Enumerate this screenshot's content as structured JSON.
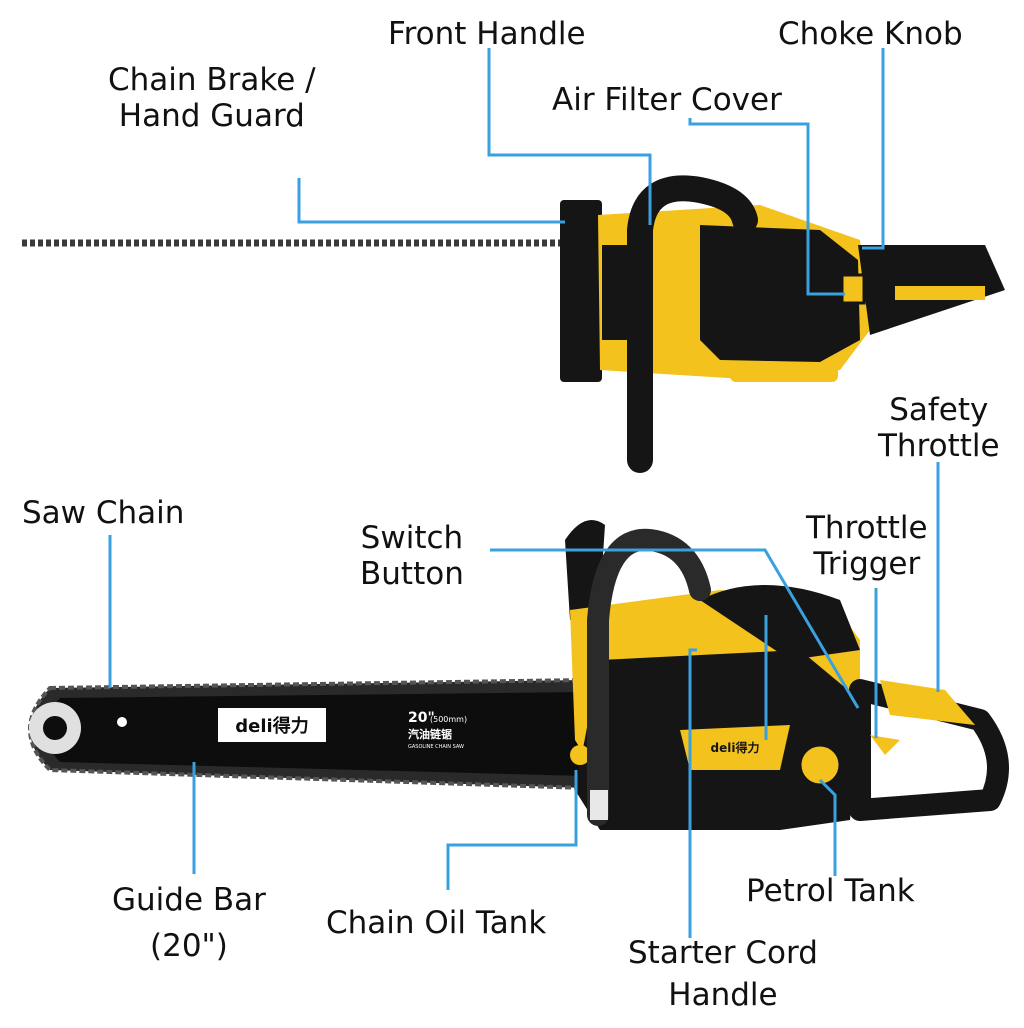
{
  "colors": {
    "leader_line": "#3aa0e0",
    "body_yellow": "#f4c21c",
    "body_black": "#151515",
    "bar_black": "#0d0d0d",
    "chain_gray": "#3a3a3a",
    "background": "#ffffff"
  },
  "product_markings": {
    "brand_logo": "deli得力",
    "bar_size": "20\"",
    "bar_size_mm": "(500mm)",
    "bar_cn_text": "汽油链锯",
    "bar_en_text": "GASOLINE CHAIN SAW"
  },
  "labels": {
    "front_handle": "Front Handle",
    "choke_knob": "Choke Knob",
    "chain_brake": [
      "Chain Brake /",
      "Hand Guard"
    ],
    "air_filter_cover": "Air Filter Cover",
    "safety_throttle": [
      "Safety",
      "Throttle"
    ],
    "saw_chain": "Saw Chain",
    "switch_button": [
      "Switch",
      "Button"
    ],
    "throttle_trigger": [
      "Throttle",
      "Trigger"
    ],
    "guide_bar": [
      "Guide Bar",
      "(20\")"
    ],
    "chain_oil_tank": "Chain Oil Tank",
    "petrol_tank": "Petrol Tank",
    "starter_cord_handle": [
      "Starter Cord",
      "Handle"
    ]
  }
}
